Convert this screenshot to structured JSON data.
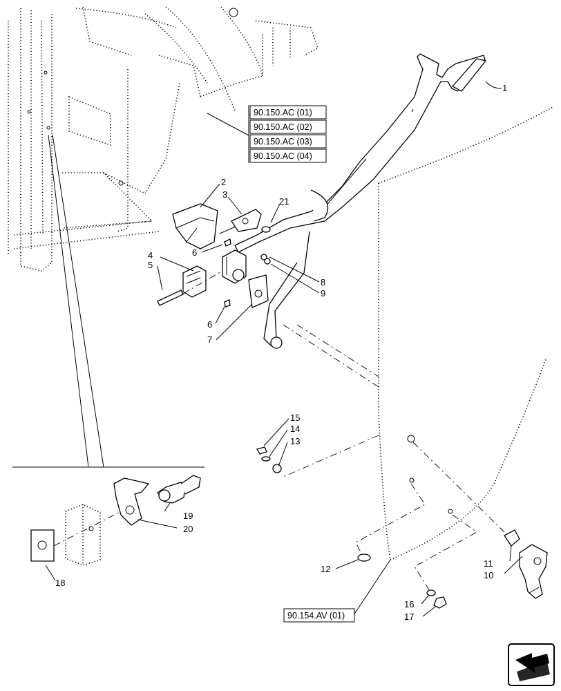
{
  "callouts": {
    "c1": "1",
    "c2": "2",
    "c3": "3",
    "c4": "4",
    "c5": "5",
    "c6a": "6",
    "c6b": "6",
    "c7": "7",
    "c8": "8",
    "c9": "9",
    "c10": "10",
    "c11": "11",
    "c12": "12",
    "c13": "13",
    "c14": "14",
    "c15": "15",
    "c16": "16",
    "c17": "17",
    "c18": "18",
    "c19": "19",
    "c20": "20",
    "c21": "21"
  },
  "references": {
    "ac01": "90.150.AC (01)",
    "ac02": "90.150.AC (02)",
    "ac03": "90.150.AC (03)",
    "ac04": "90.150.AC (04)",
    "av01": "90.154.AV (01)"
  },
  "icons": {
    "nav": "arrow-navigation-icon"
  }
}
